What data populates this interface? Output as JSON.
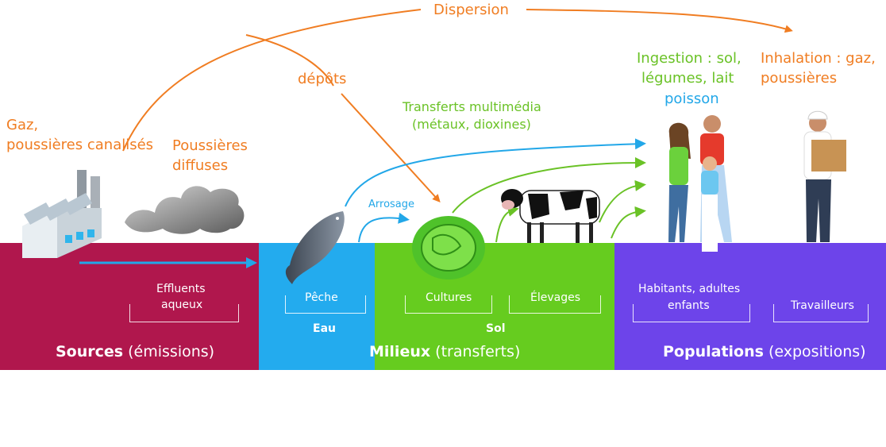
{
  "colors": {
    "sources": "#b0174d",
    "eau": "#23abee",
    "sol": "#66cc1f",
    "populations": "#6d44ea",
    "orange": "#f07d22",
    "green": "#6ac226",
    "blue": "#22a7e8"
  },
  "top": {
    "dispersion": "Dispersion",
    "depots": "dépôts",
    "transferts_line1": "Transferts multimédia",
    "transferts_line2": "(métaux, dioxines)",
    "arrosage": "Arrosage",
    "gaz_line1": "Gaz,",
    "gaz_line2": "poussières canalisés",
    "diffuses_line1": "Poussières",
    "diffuses_line2": "diffuses",
    "ingestion_line1": "Ingestion : sol,",
    "ingestion_line2": "légumes, lait",
    "ingestion_line3": "poisson",
    "inhalation_line1": "Inhalation : gaz,",
    "inhalation_line2": "poussières"
  },
  "bands": {
    "effluents_line1": "Effluents",
    "effluents_line2": "aqueux",
    "peche": "Pêche",
    "cultures": "Cultures",
    "elevages": "Élevages",
    "habitants_line1": "Habitants, adultes",
    "habitants_line2": "enfants",
    "travailleurs": "Travailleurs",
    "eau": "Eau",
    "sol": "Sol",
    "sources_bold": "Sources",
    "sources_rest": " (émissions)",
    "milieux_bold": "Milieux",
    "milieux_rest": " (transferts)",
    "populations_bold": "Populations",
    "populations_rest": " (expositions)"
  },
  "icons": [
    "factory-icon",
    "smoke-cloud-icon",
    "fish-icon",
    "lettuce-icon",
    "cow-icon",
    "family-icon",
    "worker-icon"
  ]
}
